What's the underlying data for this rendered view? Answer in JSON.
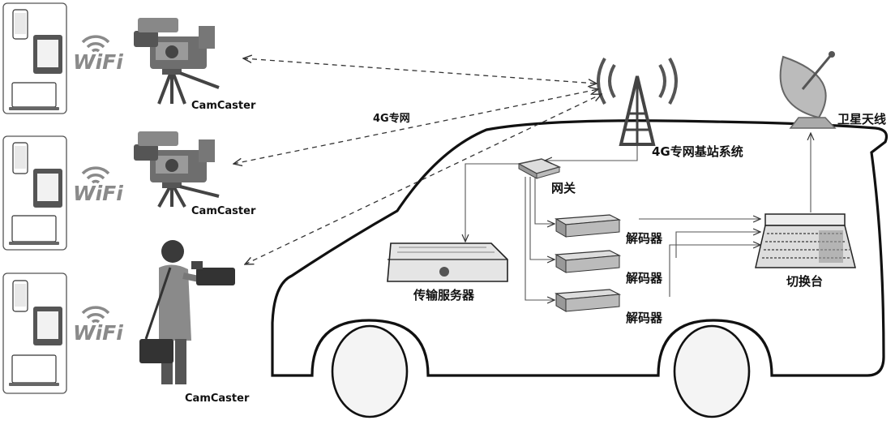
{
  "diagram": {
    "wifi_label": "WiFi",
    "camcaster_label": "CamCaster",
    "network_label": "4G专网",
    "base_station_label": "4G专网基站系统",
    "satellite_label": "卫星天线",
    "gateway_label": "网关",
    "decoder_label": "解码器",
    "server_label": "传输服务器",
    "switcher_label": "切换台"
  }
}
